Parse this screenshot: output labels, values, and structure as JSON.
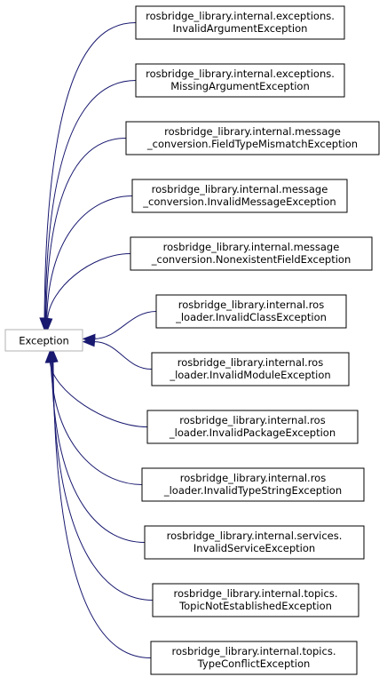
{
  "diagram": {
    "root": {
      "label": "Exception"
    },
    "subclasses": [
      {
        "line1": "rosbridge_library.internal.exceptions.",
        "line2": "InvalidArgumentException"
      },
      {
        "line1": "rosbridge_library.internal.exceptions.",
        "line2": "MissingArgumentException"
      },
      {
        "line1": "rosbridge_library.internal.message",
        "line2": "_conversion.FieldTypeMismatchException"
      },
      {
        "line1": "rosbridge_library.internal.message",
        "line2": "_conversion.InvalidMessageException"
      },
      {
        "line1": "rosbridge_library.internal.message",
        "line2": "_conversion.NonexistentFieldException"
      },
      {
        "line1": "rosbridge_library.internal.ros",
        "line2": "_loader.InvalidClassException"
      },
      {
        "line1": "rosbridge_library.internal.ros",
        "line2": "_loader.InvalidModuleException"
      },
      {
        "line1": "rosbridge_library.internal.ros",
        "line2": "_loader.InvalidPackageException"
      },
      {
        "line1": "rosbridge_library.internal.ros",
        "line2": "_loader.InvalidTypeStringException"
      },
      {
        "line1": "rosbridge_library.internal.services.",
        "line2": "InvalidServiceException"
      },
      {
        "line1": "rosbridge_library.internal.topics.",
        "line2": "TopicNotEstablishedException"
      },
      {
        "line1": "rosbridge_library.internal.topics.",
        "line2": "TypeConflictException"
      }
    ],
    "colors": {
      "edge": "#191970",
      "root_border": "#b3b3b3",
      "node_border": "#000000"
    }
  }
}
